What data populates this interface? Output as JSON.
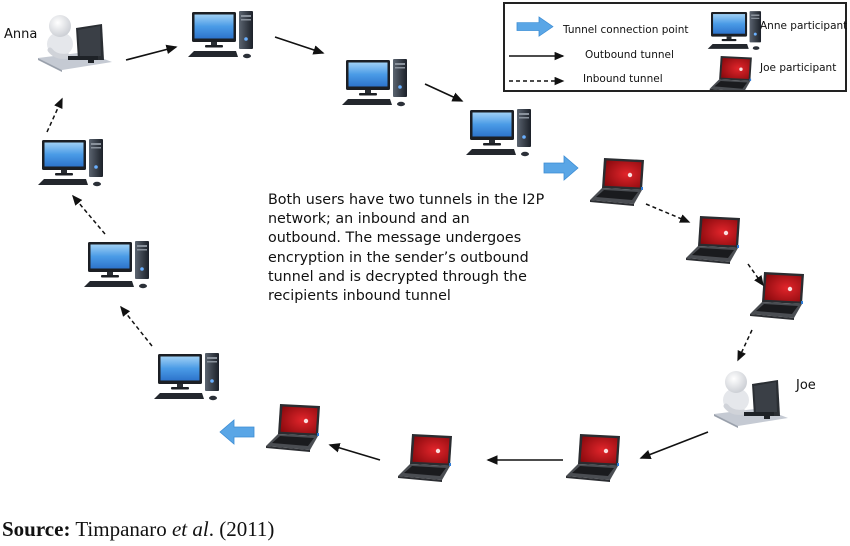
{
  "legend": {
    "items": [
      {
        "icon": "tunnel-connection-arrow-icon",
        "label": "Tunnel connection point"
      },
      {
        "icon": "solid-arrow-icon",
        "label": "Outbound tunnel"
      },
      {
        "icon": "dashed-arrow-icon",
        "label": "Inbound tunnel"
      },
      {
        "icon": "desktop-computer-icon",
        "label": "Anne participant"
      },
      {
        "icon": "laptop-icon",
        "label": "Joe participant"
      }
    ]
  },
  "users": {
    "anna": "Anna",
    "joe": "Joe"
  },
  "description": {
    "lines": [
      "Both users have two tunnels in the I2P",
      "network; an inbound and an",
      "outbound.  The message undergoes",
      "encryption in the sender’s outbound",
      "tunnel and is decrypted through the",
      "recipients inbound tunnel"
    ]
  },
  "source": {
    "label": "Source:",
    "author": "Timpanaro",
    "etal": "et al",
    "rest": ". (2011)"
  },
  "colors": {
    "tunnel_arrow": "#5aa6e6",
    "screen_blue": "#3f8fe0",
    "laptop_screen": "#c8121a",
    "line": "#111111"
  }
}
